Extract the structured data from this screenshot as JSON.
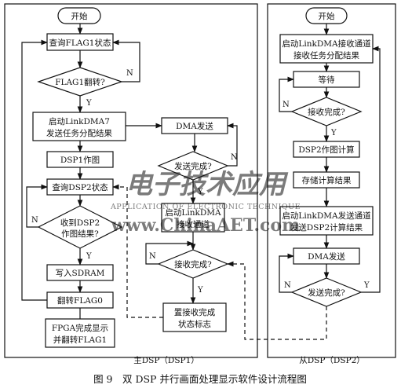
{
  "master": {
    "start": "开始",
    "query_flag1": "查询FLAG1状态",
    "flag1_flip": "FLAG1翻转?",
    "start_dma7_l1": "启动LinkDMA7",
    "start_dma7_l2": "发送任务分配结果",
    "dsp1_draw": "DSP1作图",
    "query_dsp2": "查询DSP2状态",
    "recv_l1": "收到DSP2",
    "recv_l2": "作图结果?",
    "write_sdram": "写入SDRAM",
    "flip_flag0": "翻转FLAG0",
    "fpga_l1": "FPGA完成显示",
    "fpga_l2": "并翻转FLAG1",
    "dma_send": "DMA发送",
    "send_done": "发送完成?",
    "start_linkdma_l1": "启动LinkDMA",
    "start_linkdma_l2": "接收通道",
    "recv_done": "接收完成?",
    "set_flag_l1": "置接收完成",
    "set_flag_l2": "状态标志",
    "panel_label": "主DSP（DSP1）"
  },
  "slave": {
    "start": "开始",
    "start_recv_l1": "启动LinkDMA接收通道",
    "start_recv_l2": "接收任务分配结果",
    "wait": "等待",
    "recv_done": "接收完成?",
    "dsp2_draw": "DSP2作图计算",
    "store": "存储计算结果",
    "start_send_l1": "启动LinkDMA发送通道",
    "start_send_l2": "发送DSP2计算结果",
    "dma_send": "DMA发送",
    "send_done": "发送完成?",
    "panel_label": "从DSP（DSP2）"
  },
  "branch": {
    "yes": "Y",
    "no": "N"
  },
  "caption": "图 9　双 DSP 并行画面处理显示软件设计流程图",
  "watermark": {
    "main": "电子技术应用",
    "sub": "APPLICATION OF ELECTRONIC TECHNIQUE",
    "site": "www.ChinaAET.com"
  }
}
